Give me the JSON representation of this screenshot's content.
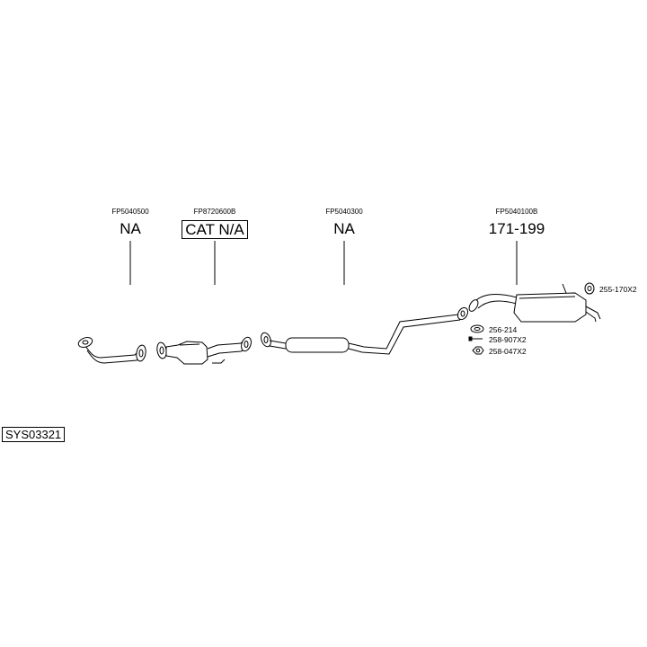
{
  "diagram": {
    "system_code": "SYS03321",
    "parts": [
      {
        "part_number": "FP5040500",
        "value": "NA",
        "boxed": false
      },
      {
        "part_number": "FP8720600B",
        "value": "CAT N/A",
        "boxed": true
      },
      {
        "part_number": "FP5040300",
        "value": "NA",
        "boxed": false
      },
      {
        "part_number": "FP5040100B",
        "value": "171-199",
        "boxed": false
      }
    ],
    "fittings": [
      {
        "label": "255-170X2",
        "icon": "clamp-icon"
      },
      {
        "label": "256-214",
        "icon": "gasket-icon"
      },
      {
        "label": "258-907X2",
        "icon": "bolt-icon"
      },
      {
        "label": "258-047X2",
        "icon": "nut-icon"
      }
    ]
  }
}
